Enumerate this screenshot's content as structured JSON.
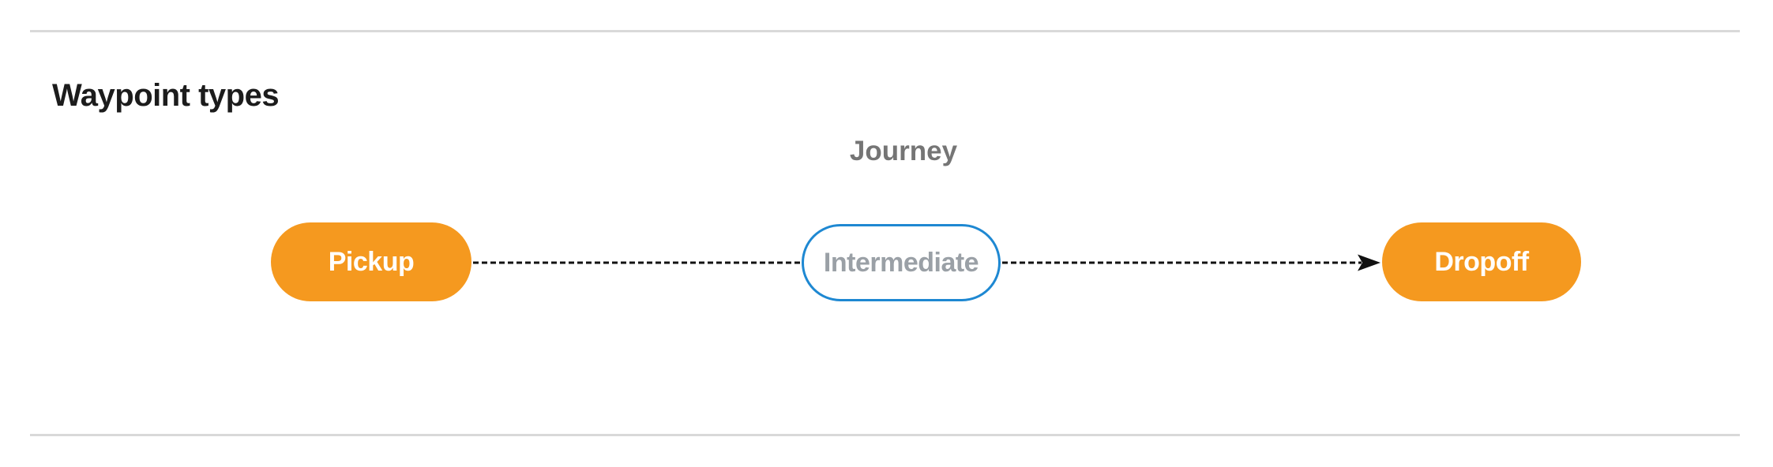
{
  "page": {
    "title": "Waypoint types"
  },
  "diagram": {
    "label": "Journey",
    "nodes": [
      {
        "id": "pickup",
        "label": "Pickup",
        "style": "filled"
      },
      {
        "id": "intermediate",
        "label": "Intermediate",
        "style": "outlined"
      },
      {
        "id": "dropoff",
        "label": "Dropoff",
        "style": "filled"
      }
    ],
    "edges": [
      {
        "from": "pickup",
        "to": "intermediate",
        "style": "dashed",
        "arrow": false
      },
      {
        "from": "intermediate",
        "to": "dropoff",
        "style": "dashed",
        "arrow": true
      }
    ],
    "colors": {
      "node_fill_orange": "#f5991f",
      "node_outline_blue": "#1e88d2",
      "node_text_white": "#ffffff",
      "node_text_gray": "#9aa0a6",
      "journey_label_gray": "#757575",
      "title_color": "#1c1c1c",
      "connector_black": "#111111",
      "divider_gray": "#d9d9d9"
    }
  }
}
